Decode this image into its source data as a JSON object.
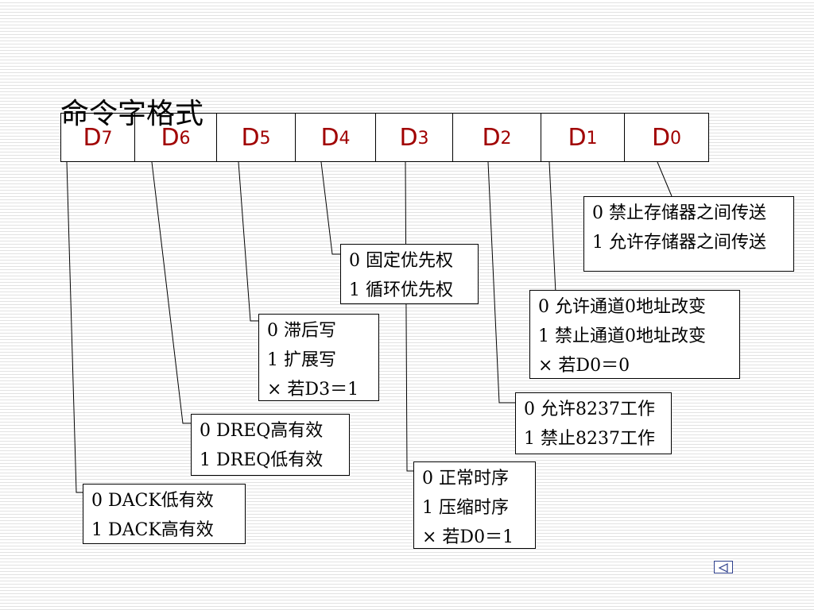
{
  "title": "命令字格式",
  "bits": [
    {
      "letter": "D",
      "digit": "7"
    },
    {
      "letter": "D",
      "digit": "6"
    },
    {
      "letter": "D",
      "digit": "5"
    },
    {
      "letter": "D",
      "digit": "4"
    },
    {
      "letter": "D",
      "digit": "3"
    },
    {
      "letter": "D",
      "digit": "2"
    },
    {
      "letter": "D",
      "digit": "1"
    },
    {
      "letter": "D",
      "digit": "0"
    }
  ],
  "notes": {
    "d0": [
      "0 禁止存储器之间传送",
      "1 允许存储器之间传送"
    ],
    "d4": [
      "0 固定优先权",
      "1 循环优先权"
    ],
    "d1": [
      "0 允许通道0地址改变",
      "1 禁止通道0地址改变",
      "× 若D0＝0"
    ],
    "d5": [
      "0  滞后写",
      "1  扩展写",
      "× 若D3＝1"
    ],
    "d2": [
      "0 允许8237工作",
      "1 禁止8237工作"
    ],
    "d6": [
      "0 DREQ高有效",
      "1 DREQ低有效"
    ],
    "d3": [
      "0 正常时序",
      "1 压缩时序",
      "× 若D0＝1"
    ],
    "d7": [
      "0 DACK低有效",
      "1 DACK高有效"
    ]
  },
  "colors": {
    "bit_label": "#a00000",
    "nav": "#2d3f8c"
  },
  "icons": {
    "nav": "triangle-left-icon"
  }
}
